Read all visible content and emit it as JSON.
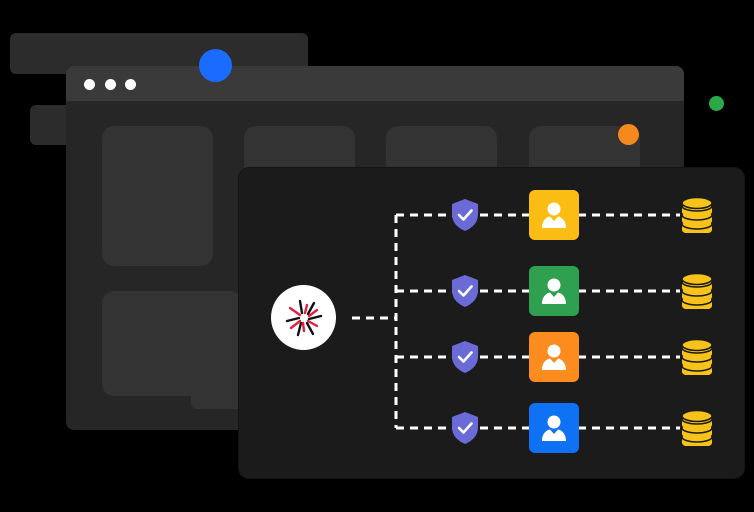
{
  "colors": {
    "background": "#000000",
    "panel_back": "#262626",
    "panel_front": "#1b1b1b",
    "dot_blue": "#1a6cff",
    "dot_orange": "#f5891e",
    "dot_green": "#2aa84a",
    "shield": "#6b6bd8",
    "coin": "#f7c21a",
    "connector": "#ffffff"
  },
  "window": {
    "controls": [
      "dot",
      "dot",
      "dot"
    ]
  },
  "hub": {
    "icon": "starburst-logo-icon"
  },
  "branches": [
    {
      "shield_icon": "shield-check-icon",
      "user_icon": "user-icon",
      "user_color": "#fbbd14",
      "storage_icon": "coin-stack-icon"
    },
    {
      "shield_icon": "shield-check-icon",
      "user_icon": "user-icon",
      "user_color": "#2ea04f",
      "storage_icon": "coin-stack-icon"
    },
    {
      "shield_icon": "shield-check-icon",
      "user_icon": "user-icon",
      "user_color": "#fb8c1d",
      "storage_icon": "coin-stack-icon"
    },
    {
      "shield_icon": "shield-check-icon",
      "user_icon": "user-icon",
      "user_color": "#0f72f5",
      "storage_icon": "coin-stack-icon"
    }
  ]
}
